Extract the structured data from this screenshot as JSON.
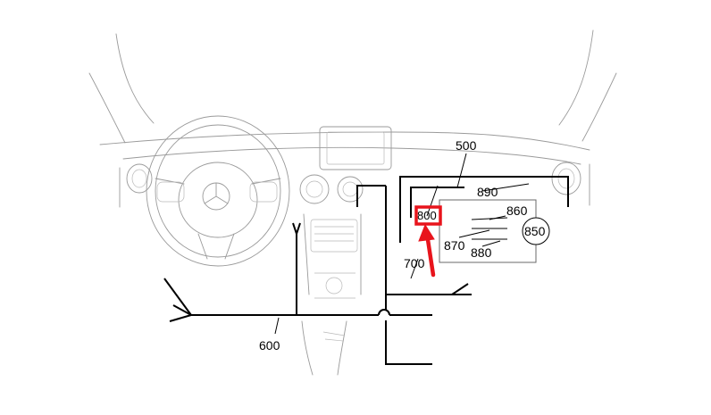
{
  "labels": {
    "ref_500": "500",
    "ref_600": "600",
    "ref_700": "700",
    "ref_800": "800",
    "ref_850": "850",
    "ref_860": "860",
    "ref_870": "870",
    "ref_880": "880",
    "ref_890": "890"
  },
  "annotation": {
    "highlight_color": "#e8141c",
    "highlight_target": "800"
  }
}
